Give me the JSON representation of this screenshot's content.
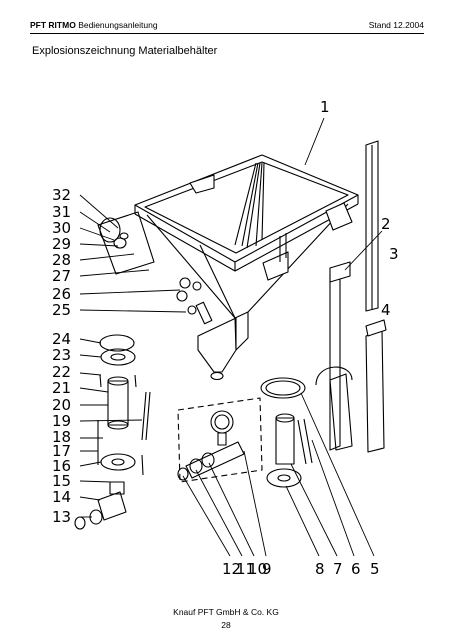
{
  "header": {
    "product": "PFT RITMO",
    "doc_type": "Bedienungsanleitung",
    "status": "Stand 12.2004"
  },
  "title": "Explosionszeichnung Materialbehälter",
  "callouts": {
    "n1": "1",
    "n2": "2",
    "n3": "3",
    "n4": "4",
    "n5": "5",
    "n6": "6",
    "n7": "7",
    "n8": "8",
    "n9": "9",
    "n10": "10",
    "n11": "11",
    "n12": "12",
    "n13": "13",
    "n14": "14",
    "n15": "15",
    "n16": "16",
    "n17": "17",
    "n18": "18",
    "n19": "19",
    "n20": "20",
    "n21": "21",
    "n22": "22",
    "n23": "23",
    "n24": "24",
    "n25": "25",
    "n26": "26",
    "n27": "27",
    "n28": "28",
    "n29": "29",
    "n30": "30",
    "n31": "31",
    "n32": "32"
  },
  "footer": {
    "company": "Knauf PFT GmbH & Co. KG",
    "page_number": "28"
  }
}
